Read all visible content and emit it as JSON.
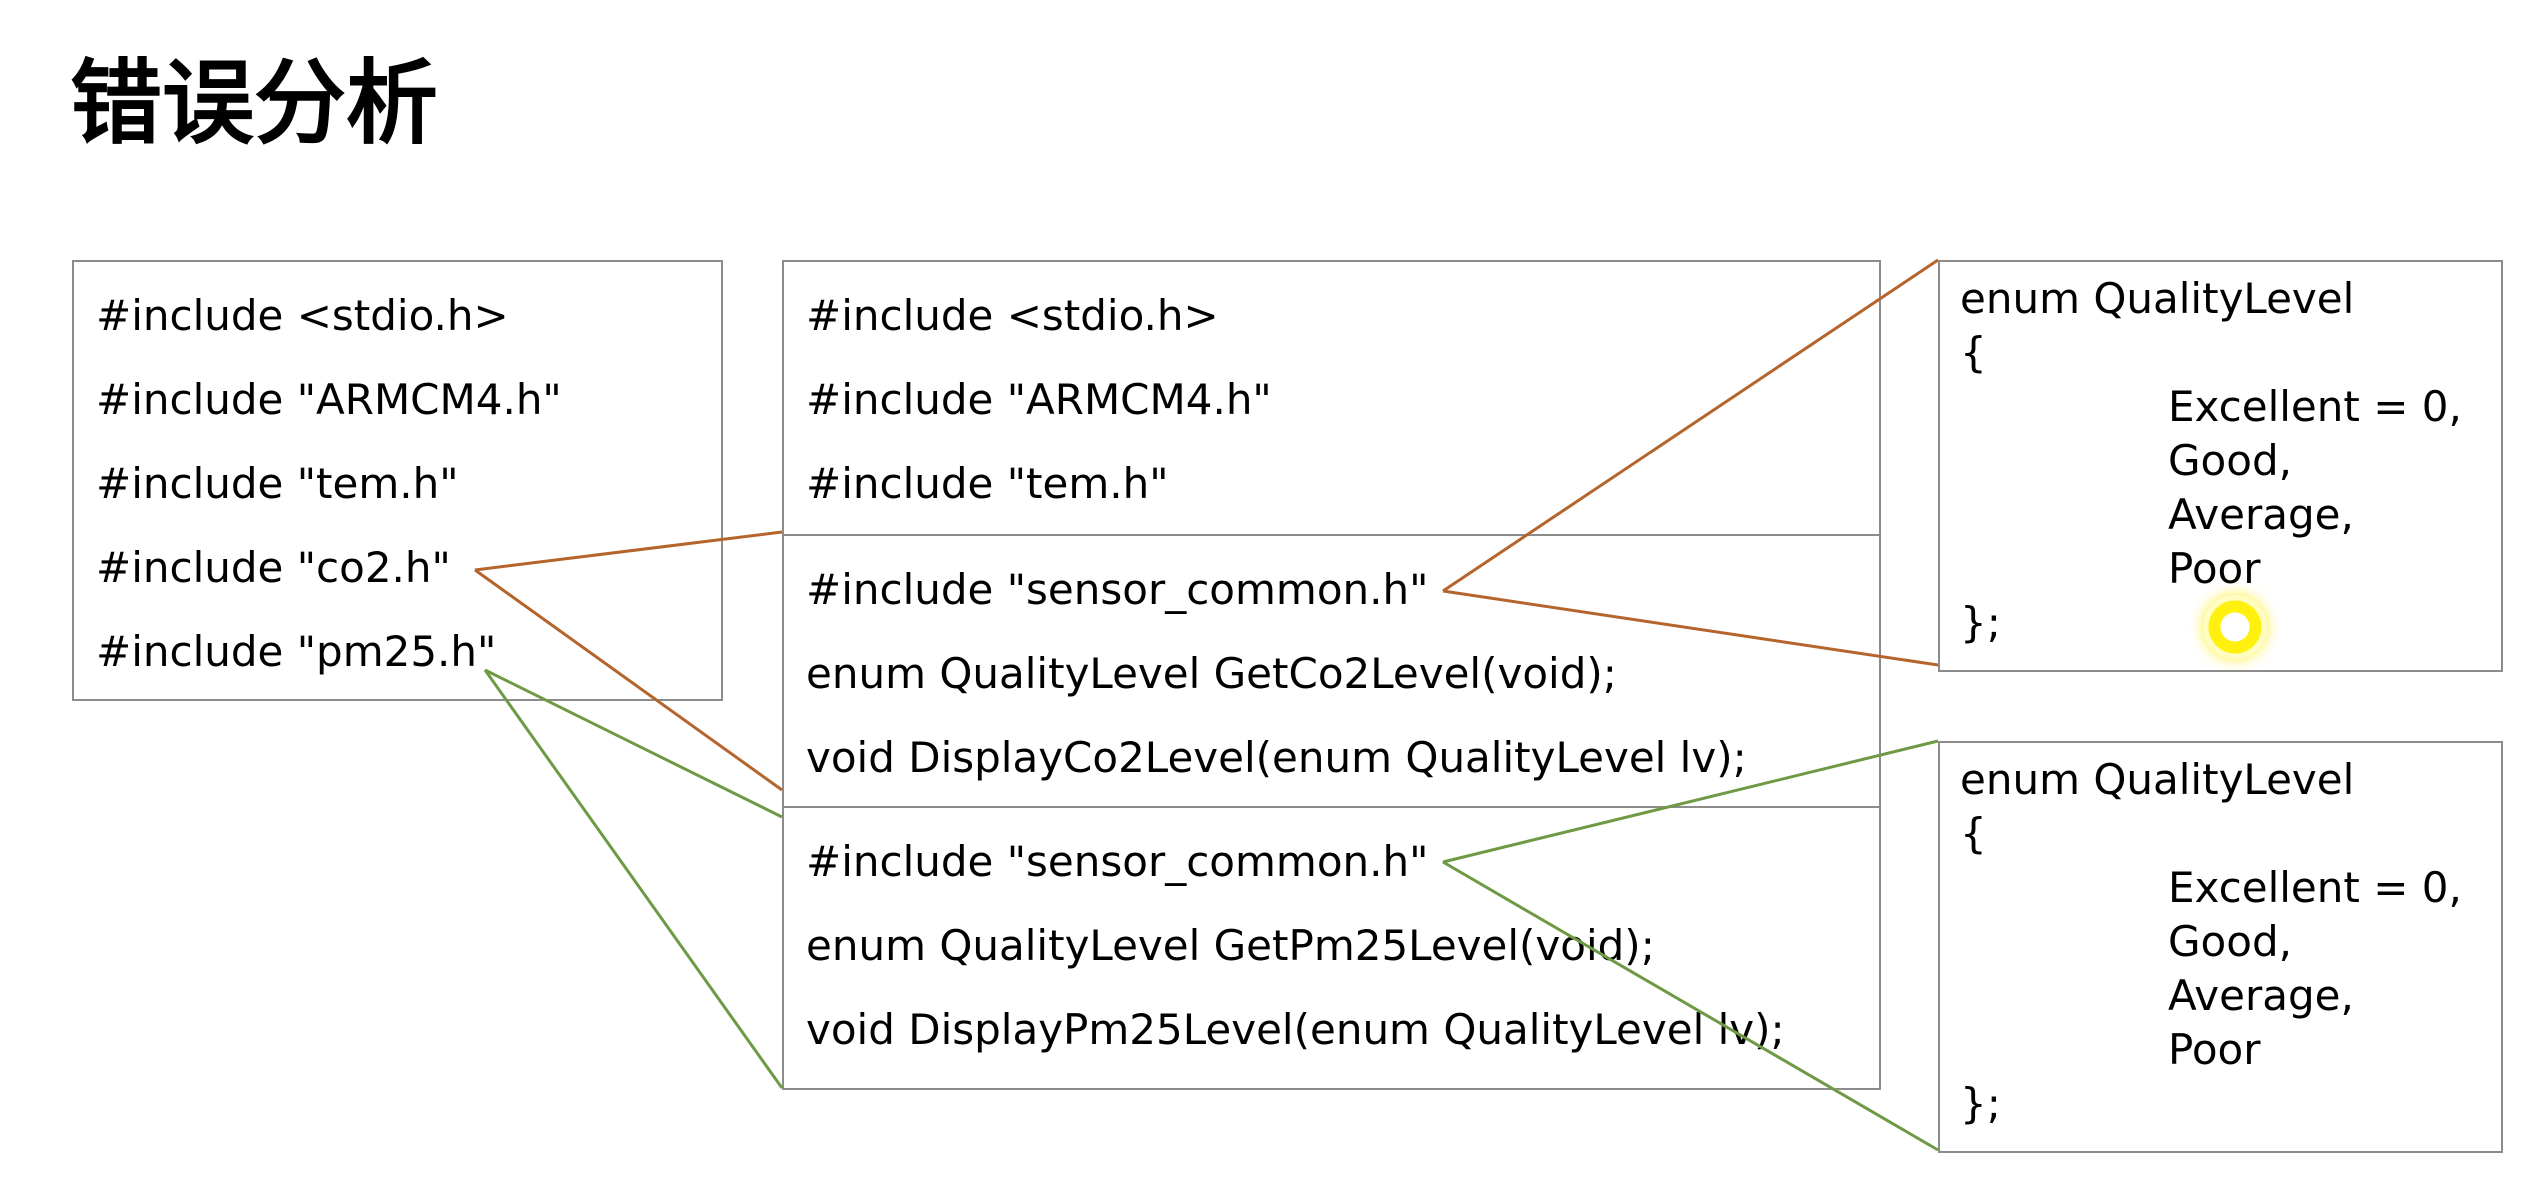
{
  "title": "错误分析",
  "main_file": {
    "lines": [
      "#include <stdio.h>",
      "#include \"ARMCM4.h\"",
      "#include \"tem.h\"",
      "#include \"co2.h\"",
      "#include \"pm25.h\""
    ]
  },
  "expanded": {
    "sections": [
      {
        "lines": [
          "#include <stdio.h>",
          "#include \"ARMCM4.h\"",
          "#include \"tem.h\""
        ]
      },
      {
        "lines": [
          "#include \"sensor_common.h\"",
          "enum QualityLevel GetCo2Level(void);",
          "void DisplayCo2Level(enum QualityLevel lv);"
        ]
      },
      {
        "lines": [
          "#include \"sensor_common.h\"",
          "enum QualityLevel GetPm25Level(void);",
          "void DisplayPm25Level(enum QualityLevel lv);"
        ]
      }
    ]
  },
  "enum_blocks": [
    {
      "header": "enum QualityLevel",
      "open": "{",
      "items": [
        "Excellent = 0,",
        "Good,",
        "Average,",
        "Poor"
      ],
      "close": "};"
    },
    {
      "header": "enum QualityLevel",
      "open": "{",
      "items": [
        "Excellent = 0,",
        "Good,",
        "Average,",
        "Poor"
      ],
      "close": "};"
    }
  ],
  "colors": {
    "co2_link": "#b5652b",
    "pm25_link": "#6e9a45",
    "border": "#8c8c8c",
    "cursor_highlight": "#fff000"
  }
}
